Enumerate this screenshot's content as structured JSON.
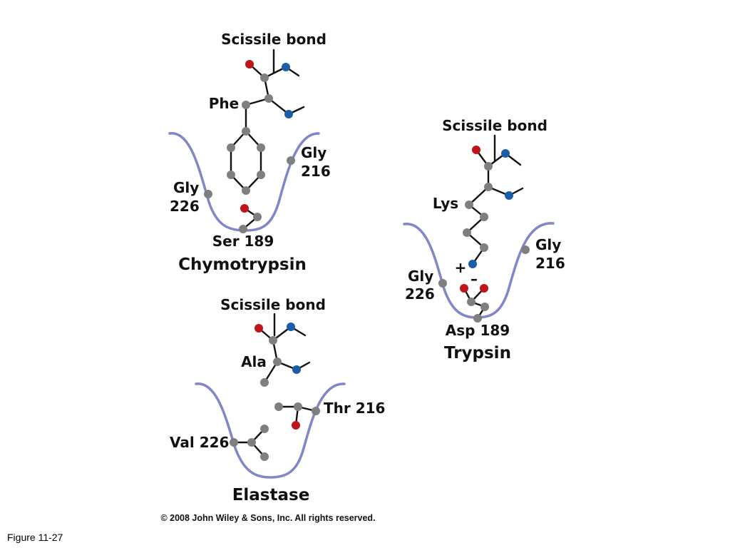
{
  "colors": {
    "carbon": "#7f7f7f",
    "oxygen": "#c0141b",
    "nitrogen": "#1a5ea8",
    "pocket_outline": "#8086c6",
    "bond": "#111111"
  },
  "chymotrypsin": {
    "title": "Chymotrypsin",
    "scissile_label": "Scissile bond",
    "residue_label": "Phe",
    "gly216_label": "Gly",
    "gly216_num": "216",
    "gly226_label": "Gly",
    "gly226_num": "226",
    "pocket_residue_label": "Ser 189"
  },
  "trypsin": {
    "title": "Trypsin",
    "scissile_label": "Scissile bond",
    "residue_label": "Lys",
    "gly216_label": "Gly",
    "gly216_num": "216",
    "gly226_label": "Gly",
    "gly226_num": "226",
    "pocket_residue_label": "Asp 189",
    "plus": "+",
    "minus": "–"
  },
  "elastase": {
    "title": "Elastase",
    "scissile_label": "Scissile bond",
    "residue_label": "Ala",
    "thr216_label": "Thr 216",
    "val226_label": "Val 226"
  },
  "copyright": "© 2008 John Wiley & Sons, Inc. All rights reserved.",
  "figure_label": "Figure 11-27"
}
